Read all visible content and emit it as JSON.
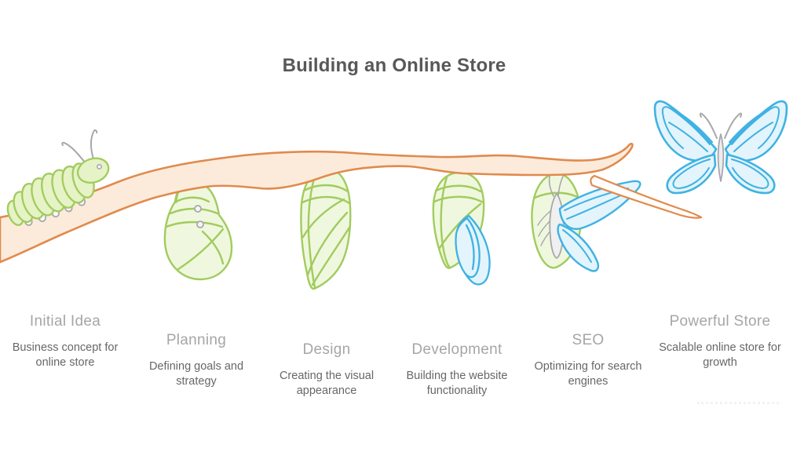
{
  "title": "Building an Online Store",
  "stages": [
    {
      "name": "Initial Idea",
      "description": "Business concept for online store",
      "icon": "caterpillar-icon"
    },
    {
      "name": "Planning",
      "description": "Defining goals and strategy",
      "icon": "curled-caterpillar-icon"
    },
    {
      "name": "Design",
      "description": "Creating the visual appearance",
      "icon": "chrysalis-icon"
    },
    {
      "name": "Development",
      "description": "Building the website functionality",
      "icon": "chrysalis-wings-emerging-icon"
    },
    {
      "name": "SEO",
      "description": "Optimizing for search engines",
      "icon": "butterfly-emerging-icon"
    },
    {
      "name": "Powerful Store",
      "description": "Scalable online store for growth",
      "icon": "butterfly-icon"
    }
  ],
  "colors": {
    "background": "#FFFFFF",
    "title_text": "#57585A",
    "stage_name_text": "#A5A6A9",
    "stage_description_text": "#66676A",
    "branch_fill": "#FCEBDB",
    "branch_stroke": "#E18A4D",
    "green_fill": "#EFF8DE",
    "caterpillar_fill": "#E5F3C6",
    "green_stroke": "#A2CB5E",
    "blue_fill": "#E3F4FC",
    "blue_stroke": "#3FB2E3",
    "gray_detail": "#A7A8AB"
  }
}
